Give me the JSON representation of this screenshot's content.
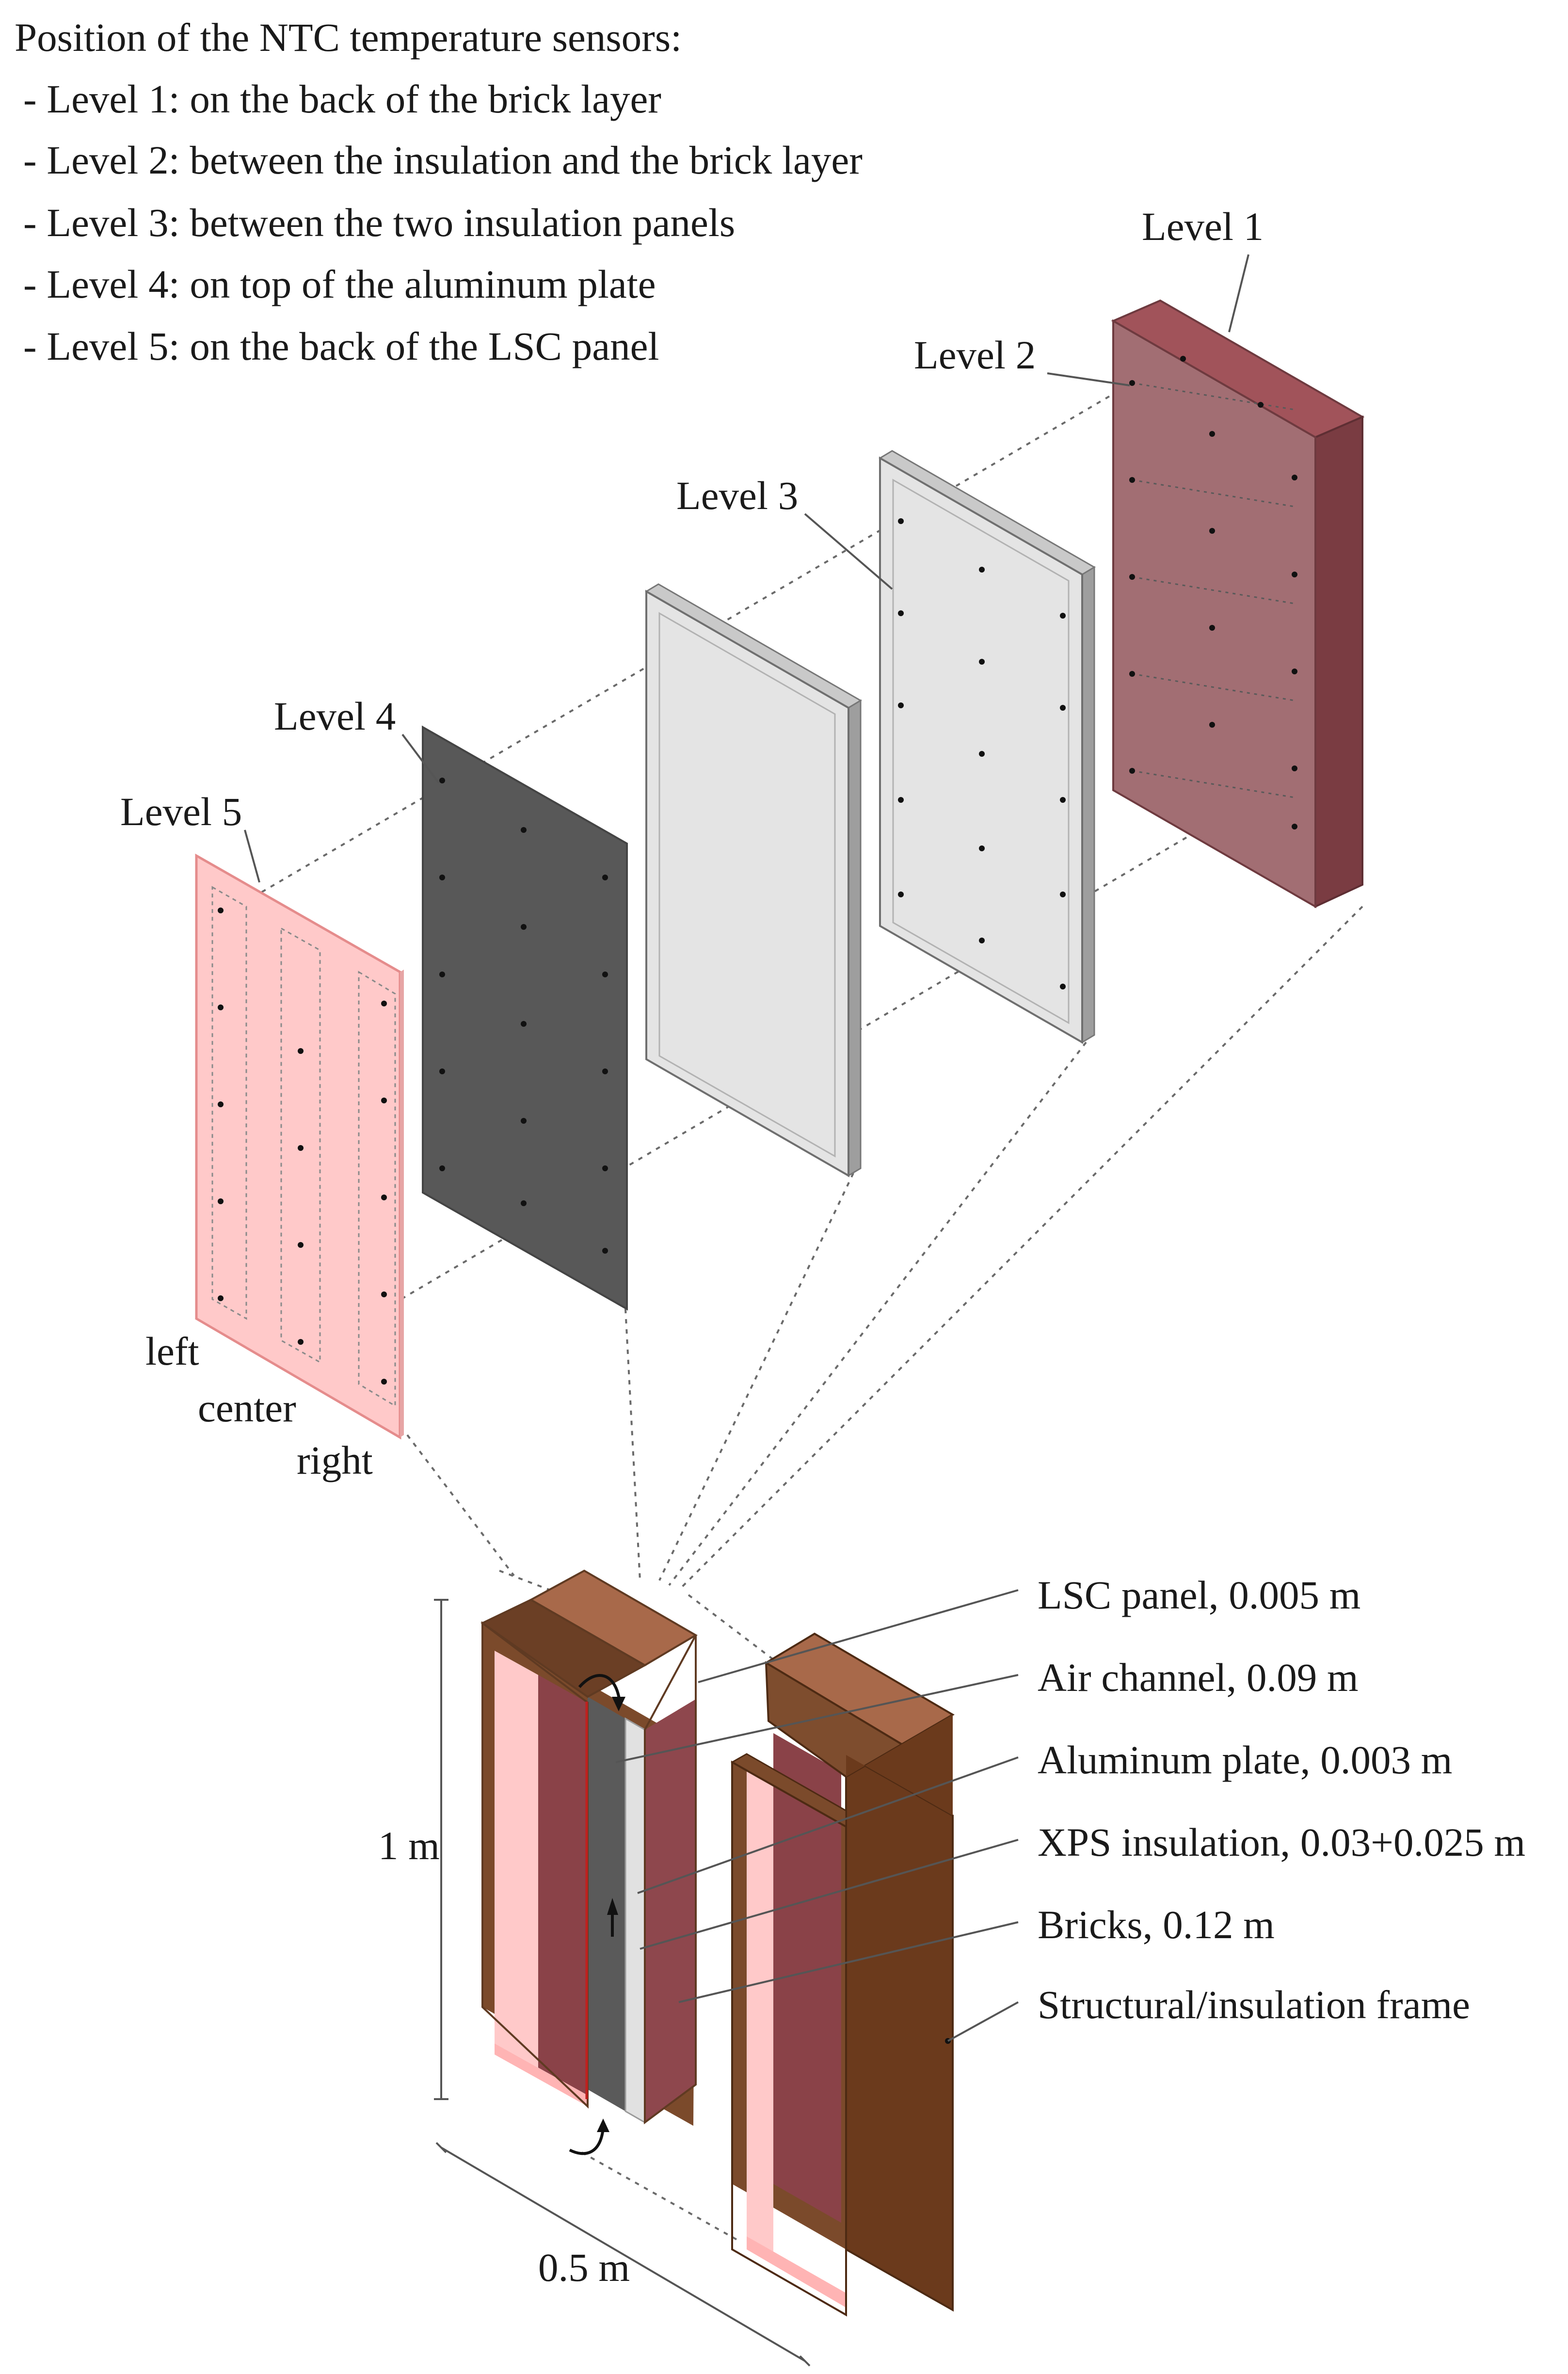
{
  "legend": {
    "title": "Position of the NTC temperature sensors:",
    "items": [
      "- Level 1: on the back of the brick layer",
      "- Level 2: between the insulation and the brick layer",
      "- Level  3: between the two insulation panels",
      "- Level 4: on top of the aluminum plate",
      "- Level 5: on the back of the LSC panel"
    ]
  },
  "panels": {
    "level1": "Level 1",
    "level2": "Level 2",
    "level3": "Level 3",
    "level4": "Level 4",
    "level5": "Level 5"
  },
  "columns": {
    "left": "left",
    "center": "center",
    "right": "right"
  },
  "dimensions": {
    "height": "1 m",
    "width": "0.5 m"
  },
  "layers": [
    "LSC panel, 0.005 m",
    "Air channel, 0.09 m",
    "Aluminum plate, 0.003 m",
    "XPS insulation, 0.03+0.025 m",
    "Bricks, 0.12 m",
    "Structural/insulation frame"
  ],
  "colors": {
    "lsc_panel": "#ffc9c9",
    "aluminum_plate": "#555555",
    "insulation": "#e4e4e4",
    "bricks": "#9c5a60",
    "frame": "#7b4a2b",
    "inner_brick": "#8a4248"
  }
}
